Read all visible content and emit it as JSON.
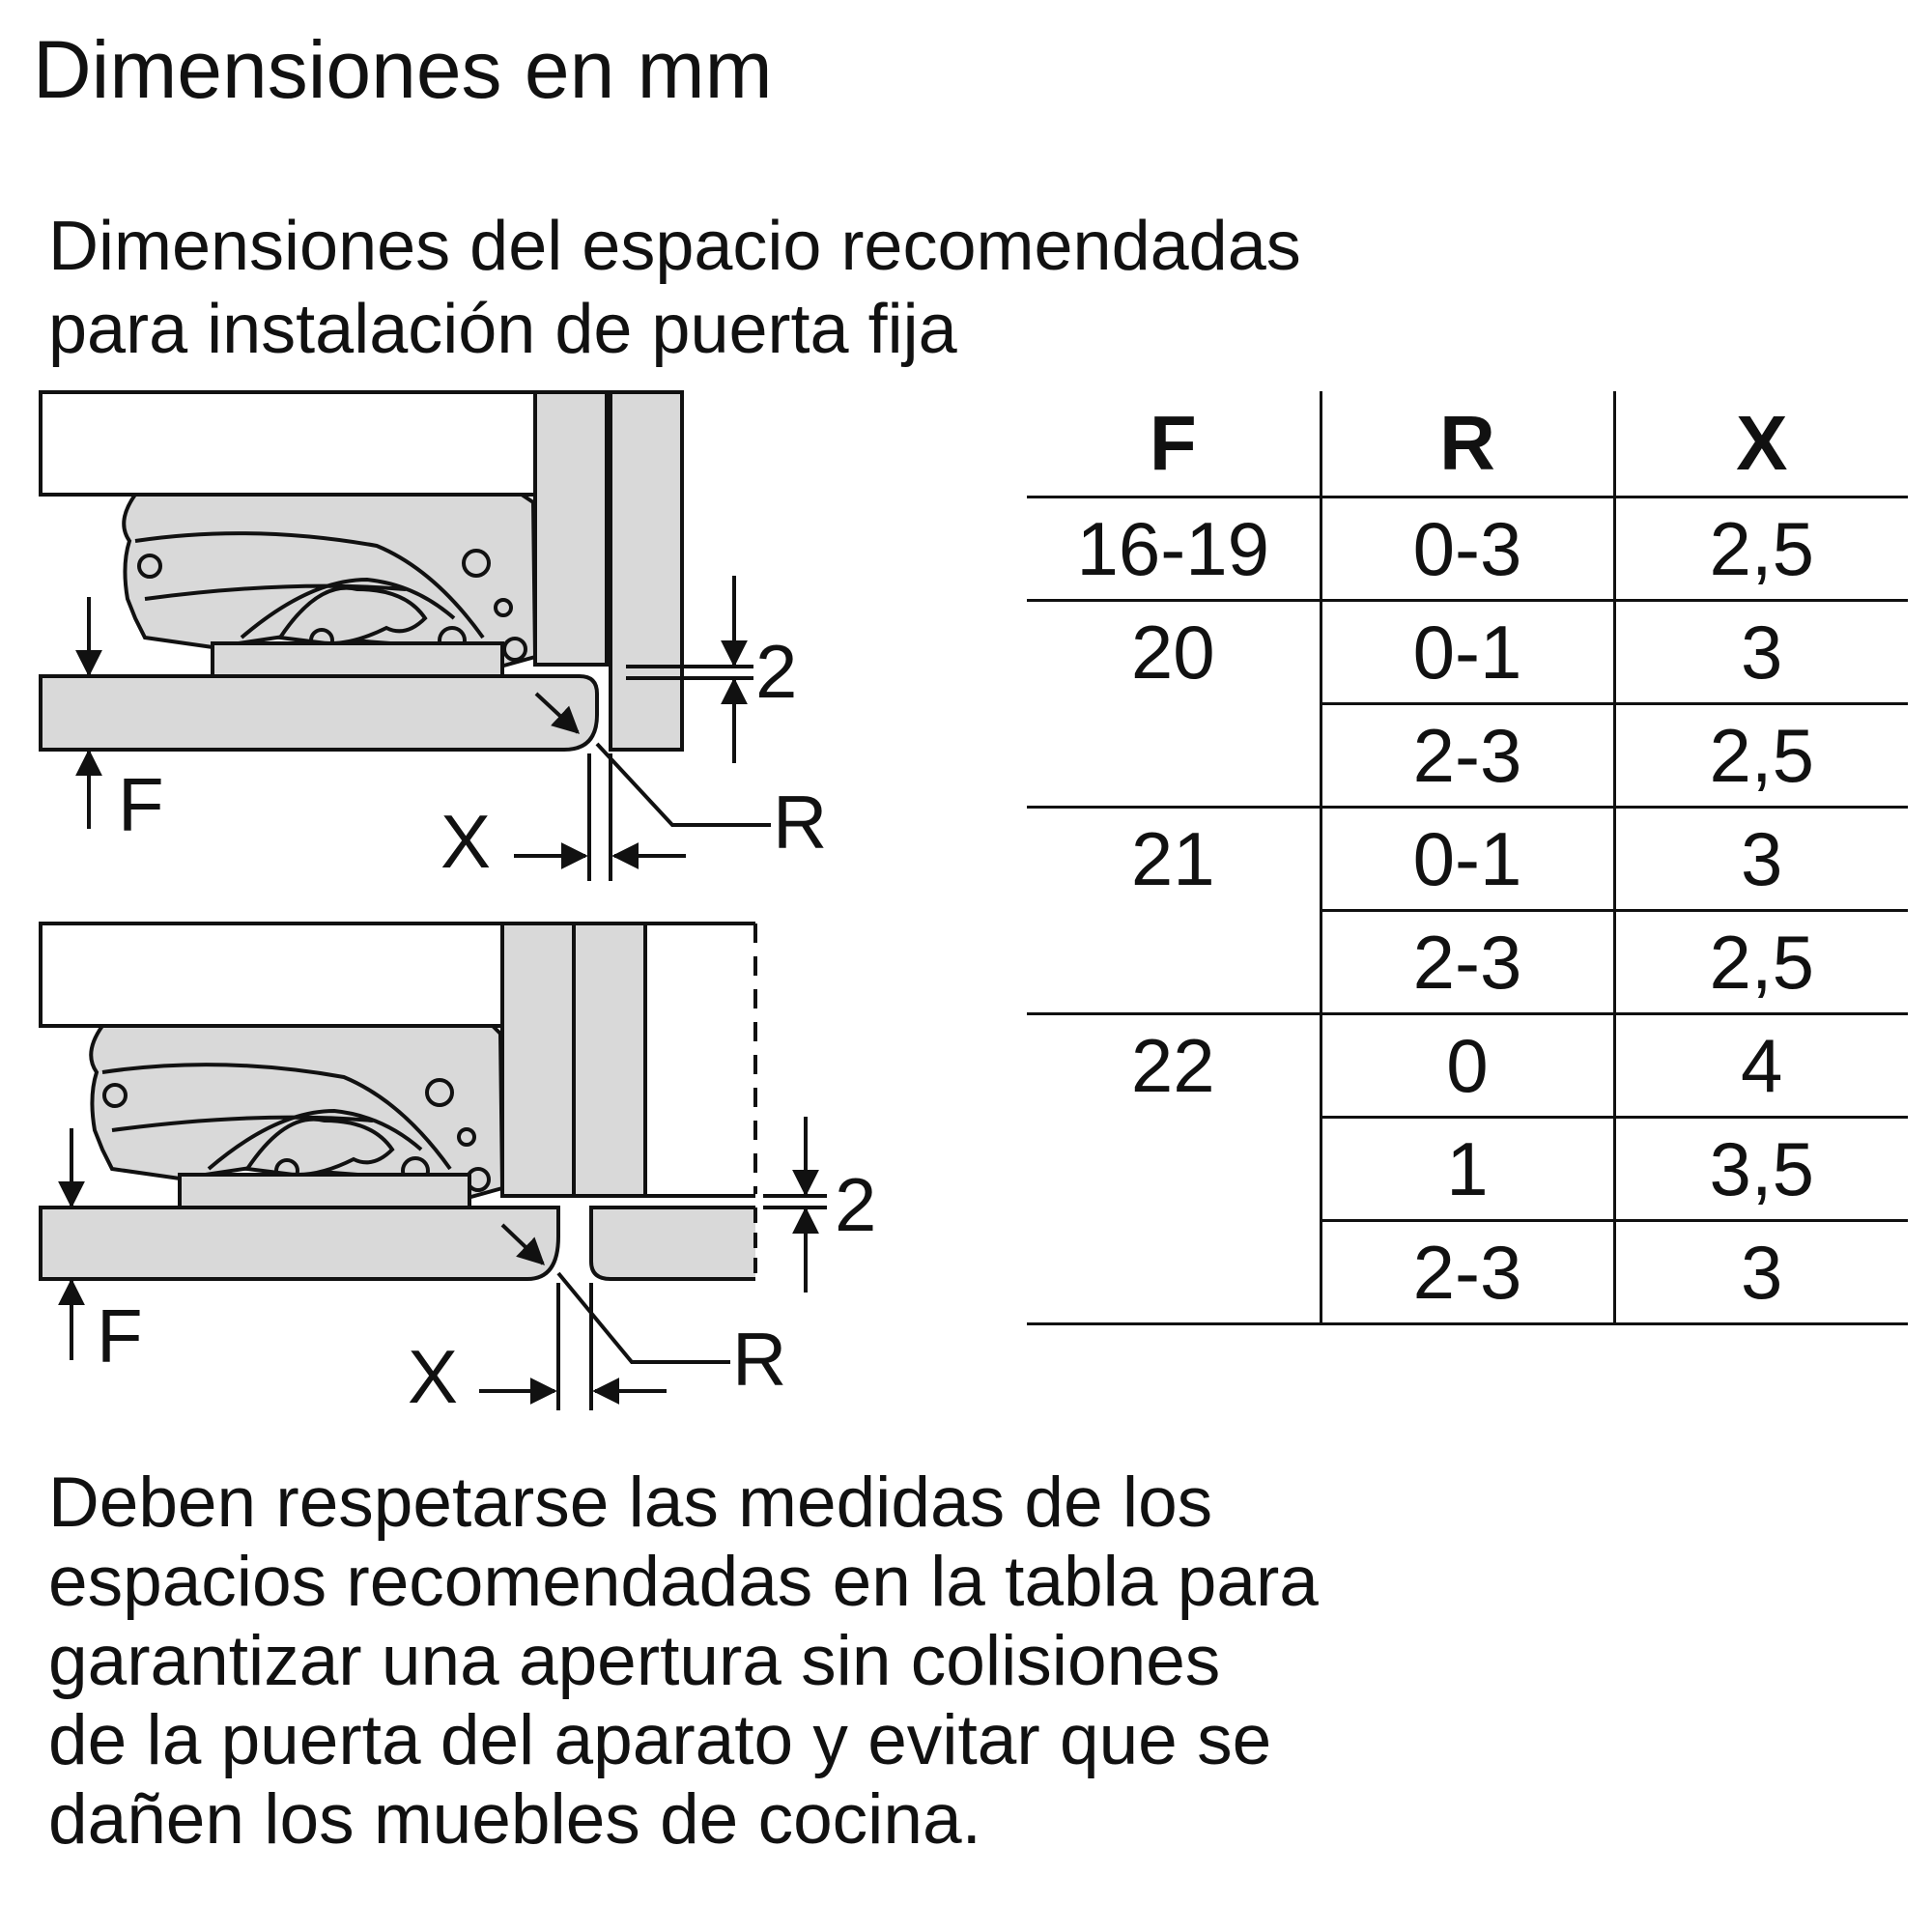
{
  "page_title": "Dimensiones en mm",
  "subtitle": {
    "line1": "Dimensiones del espacio recomendadas",
    "line2": "para instalación de puerta fija"
  },
  "diagram": {
    "label_F": "F",
    "label_R": "R",
    "label_X": "X",
    "label_gap": "2"
  },
  "table": {
    "headers": [
      "F",
      "R",
      "X"
    ],
    "rows": [
      {
        "f": "16-19",
        "r": "0-3",
        "x": "2,5"
      },
      {
        "f": "20",
        "r": "0-1",
        "x": "3"
      },
      {
        "f": "",
        "r": "2-3",
        "x": "2,5"
      },
      {
        "f": "21",
        "r": "0-1",
        "x": "3"
      },
      {
        "f": "",
        "r": "2-3",
        "x": "2,5"
      },
      {
        "f": "22",
        "r": "0",
        "x": "4"
      },
      {
        "f": "",
        "r": "1",
        "x": "3,5"
      },
      {
        "f": "",
        "r": "2-3",
        "x": "3"
      }
    ]
  },
  "note": {
    "line1": "Deben respetarse las medidas de los",
    "line2": "espacios recomendadas en la tabla para",
    "line3": "garantizar una apertura sin colisiones",
    "line4": "de la puerta del aparato y evitar que se",
    "line5": "dañen los muebles de cocina."
  },
  "colors": {
    "panel_fill": "#d9d9d9",
    "line": "#111111"
  }
}
